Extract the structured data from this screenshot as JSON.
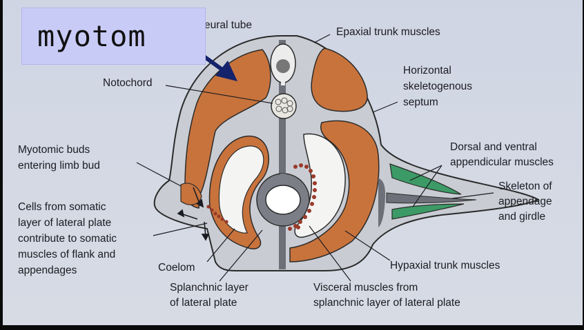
{
  "callout": {
    "text": "myotom"
  },
  "labels": {
    "neural_tube": "eural tube",
    "epaxial": "Epaxial trunk muscles",
    "notochord": "Notochord",
    "horizontal_1": "Horizontal",
    "horizontal_2": "skeletogenous",
    "horizontal_3": "septum",
    "myotomic_1": "Myotomic buds",
    "myotomic_2": "entering limb bud",
    "dorsal_1": "Dorsal and ventral",
    "dorsal_2": "appendicular muscles",
    "skeleton_1": "Skeleton of",
    "skeleton_2": "appendage",
    "skeleton_3": "and girdle",
    "cells_1": "Cells from somatic",
    "cells_2": "layer of lateral plate",
    "cells_3": "contribute to somatic",
    "cells_4": "muscles of flank and",
    "cells_5": "appendages",
    "coelom": "Coelom",
    "hypaxial": "Hypaxial trunk muscles",
    "splanchnic_1": "Splanchnic layer",
    "splanchnic_2": "of lateral plate",
    "visceral_1": "Visceral muscles from",
    "visceral_2": "splanchnic layer of lateral plate"
  },
  "colors": {
    "muscle": "#c8733c",
    "body": "#c9ccd2",
    "outline": "#2a2a2a",
    "cavity": "#f4f4f2",
    "green": "#3c9a66",
    "callout_bg": "#c9cbf7"
  }
}
